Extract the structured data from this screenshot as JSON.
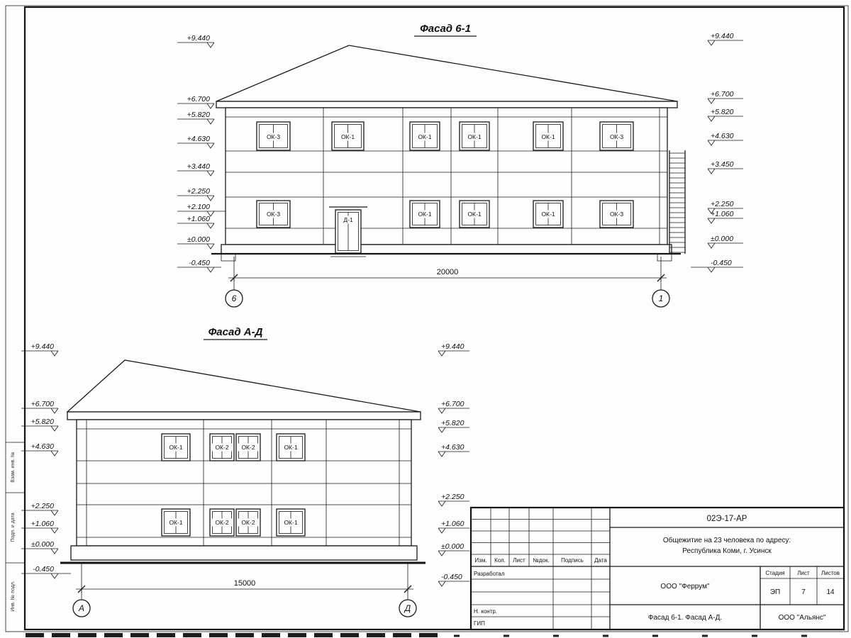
{
  "facade1": {
    "title": "Фасад 6-1",
    "left_marks": [
      "+9.440",
      "+6.700",
      "+5.820",
      "+4.630",
      "+3.440",
      "+2.250",
      "+2.100",
      "+1.060",
      "±0.000",
      "-0.450"
    ],
    "right_marks": [
      "+9.440",
      "+6.700",
      "+5.820",
      "+4.630",
      "+3.450",
      "+2.250",
      "+1.060",
      "±0.000",
      "-0.450"
    ],
    "windows_upper": [
      "ОК-3",
      "ОК-1",
      "ОК-1",
      "ОК-1",
      "ОК-1",
      "ОК-3"
    ],
    "windows_lower": [
      "ОК-3",
      "ОК-1",
      "ОК-1",
      "ОК-1",
      "ОК-3"
    ],
    "door_label": "Д-1",
    "dimension": "20000",
    "axis_left": "6",
    "axis_right": "1"
  },
  "facade2": {
    "title": "Фасад А-Д",
    "left_marks": [
      "+9.440",
      "+6.700",
      "+5.820",
      "+4.630",
      "+2.250",
      "+1.060",
      "±0.000",
      "-0.450"
    ],
    "right_marks": [
      "+9.440",
      "+6.700",
      "+5.820",
      "+4.630",
      "+2.250",
      "+1.060",
      "±0.000",
      "-0.450"
    ],
    "windows_upper": [
      "ОК-1",
      "ОК-2",
      "ОК-2",
      "ОК-1"
    ],
    "windows_lower": [
      "ОК-1",
      "ОК-2",
      "ОК-2",
      "ОК-1"
    ],
    "dimension": "15000",
    "axis_left": "А",
    "axis_right": "Д"
  },
  "title_block": {
    "doc_number": "02Э-17-АР",
    "project_line1": "Общежитие на 23 человека по адресу:",
    "project_line2": "Республика Коми, г. Усинск",
    "col_izm": "Изм.",
    "col_kol": "Кол.",
    "col_list": "Лист",
    "col_doc": "№док.",
    "col_sign": "Подпись",
    "col_date": "Дата",
    "row_developed": "Разработал",
    "row_ncontrol": "Н. контр.",
    "row_gip": "ГИП",
    "company": "ООО \"Феррум\"",
    "stage_label": "Стадия",
    "sheet_label": "Лист",
    "sheets_label": "Листов",
    "stage": "ЭП",
    "sheet": "7",
    "sheets": "14",
    "drawing_title": "Фасад 6-1. Фасад  А-Д.",
    "org": "ООО \"Альянс\""
  },
  "margin": {
    "col1": "Взам. инв. №",
    "col2": "Подп. и дата",
    "col3": "Инв. № подл."
  }
}
